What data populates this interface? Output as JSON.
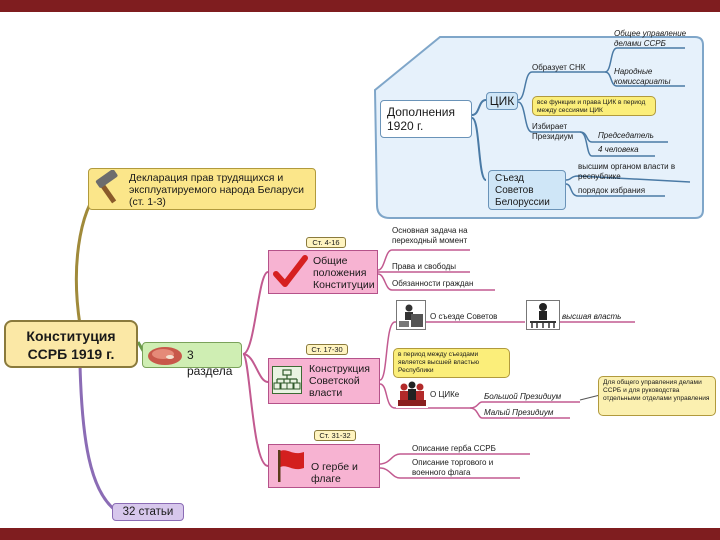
{
  "colors": {
    "frame": "#7f1d1f",
    "callout_bg": "#e6f1fb",
    "callout_border": "#7fa6c9"
  },
  "main": {
    "title_line1": "Конституция",
    "title_line2": "ССРБ 1919 г."
  },
  "declaration": {
    "text": "Декларация прав трудящихся и эксплуатируемого народа Беларуси (ст. 1-3)",
    "icon": "hammer-icon"
  },
  "sections": {
    "label": "3 раздела",
    "icon": "steak-icon"
  },
  "articles": {
    "label": "32 статьи"
  },
  "general": {
    "tag": "Ст. 4-16",
    "title": "Общие положения Конституции",
    "icon": "checkmark-icon",
    "items": [
      "Основная задача на переходный момент",
      "Права и свободы",
      "Обязанности граждан"
    ]
  },
  "construction": {
    "tag": "Ст. 17-30",
    "title": "Конструкция Советской власти",
    "icon": "hierarchy-icon",
    "soviets_congress": "О съезде Советов",
    "supreme_power": "высшая власть",
    "note": "в период между съездами является высшей властью Республики",
    "cik": "О ЦИКе",
    "big_presidium": "Большой Президиум",
    "small_presidium": "Малый Президиум",
    "presidium_note": "Для общего управления делами ССРБ и для руководства отдельными отделами управления"
  },
  "flag": {
    "tag": "Ст. 31-32",
    "title": "О гербе и флаге",
    "icon": "flag-icon",
    "items": [
      "Описание герба ССРБ",
      "Описание торгового и военного флага"
    ]
  },
  "additions": {
    "title": "Дополнения 1920 г.",
    "cik": {
      "label": "ЦИК",
      "forms": "Образует СНК",
      "forms_items": [
        "Общее управление делами ССРБ",
        "Народные комиссариаты"
      ],
      "note": "все функции и права ЦИК в период между сессиями ЦИК",
      "elects": "Избирает Президиум",
      "elects_items": [
        "Председатель",
        "4 человека"
      ]
    },
    "congress": {
      "label": "Съезд Советов Белоруссии",
      "items": [
        "высшим органом власти в республике",
        "порядок избрания"
      ]
    }
  }
}
